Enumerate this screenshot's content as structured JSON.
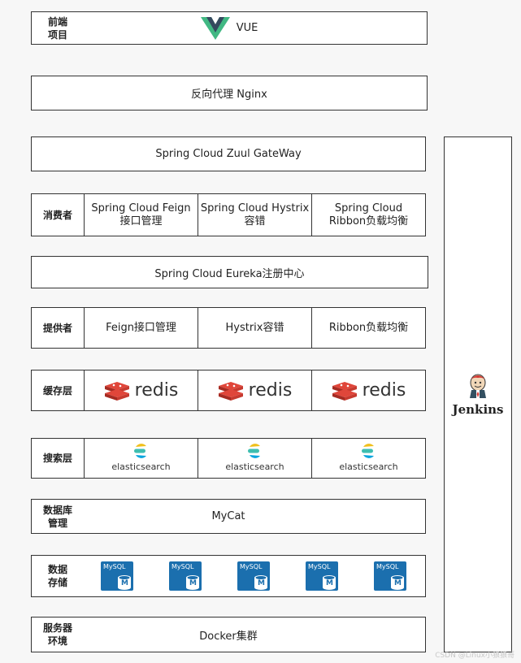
{
  "frontend": {
    "label": "前端\n项目",
    "text": "VUE"
  },
  "nginx": {
    "text": "反向代理 Nginx"
  },
  "gateway": {
    "text": "Spring Cloud Zuul GateWay"
  },
  "consumer": {
    "label": "消费者",
    "cells": [
      "Spring Cloud Feign\n接口管理",
      "Spring Cloud Hystrix\n容错",
      "Spring Cloud\nRibbon负载均衡"
    ]
  },
  "eureka": {
    "text": "Spring Cloud Eureka注册中心"
  },
  "provider": {
    "label": "提供者",
    "cells": [
      "Feign接口管理",
      "Hystrix容错",
      "Ribbon负载均衡"
    ]
  },
  "cache": {
    "label": "缓存层",
    "brand": "redis"
  },
  "search": {
    "label": "搜索层",
    "brand": "elasticsearch"
  },
  "dbmgmt": {
    "label": "数据库\n管理",
    "text": "MyCat"
  },
  "storage": {
    "label": "数据\n存储",
    "mysql_label": "MySQL",
    "mysql_m": "M"
  },
  "server": {
    "label": "服务器\n环境",
    "text": "Docker集群"
  },
  "jenkins": {
    "text": "Jenkins"
  },
  "watermark": "CSDN @Linux小狼狼哥"
}
